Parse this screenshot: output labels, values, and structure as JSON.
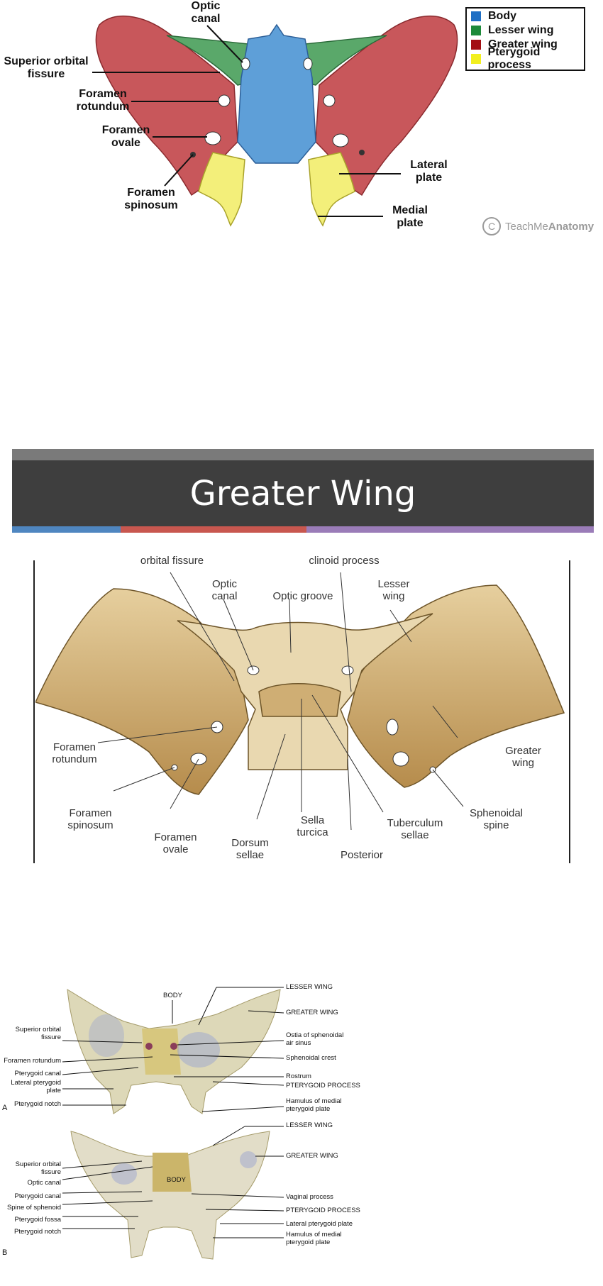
{
  "fig1": {
    "labels": {
      "optic_canal": "Optic\ncanal",
      "superior_orbital_fissure": "Superior orbital\nfissure",
      "foramen_rotundum": "Foramen\nrotundum",
      "foramen_ovale": "Foramen\novale",
      "foramen_spinosum": "Foramen\nspinosum",
      "lateral_plate": "Lateral\nplate",
      "medial_plate": "Medial\nplate"
    },
    "legend": [
      {
        "label": "Body",
        "color": "#1f6fc4"
      },
      {
        "label": "Lesser wing",
        "color": "#1d8a3a"
      },
      {
        "label": "Greater wing",
        "color": "#a30f14"
      },
      {
        "label": "Pterygoid process",
        "color": "#f2ef1f"
      }
    ],
    "watermark_prefix": "TeachMe",
    "watermark_bold": "Anatomy"
  },
  "banner": {
    "title": "Greater Wing",
    "stripe_colors": [
      "#4f86c0",
      "#c8574f",
      "#9a7cb8"
    ]
  },
  "fig2": {
    "labels": {
      "orbital_fissure": "orbital fissure",
      "clinoid_process": "clinoid process",
      "optic_canal": "Optic\ncanal",
      "optic_groove": "Optic groove",
      "lesser_wing": "Lesser\nwing",
      "foramen_rotundum": "Foramen\nrotundum",
      "greater_wing": "Greater\nwing",
      "foramen_spinosum": "Foramen\nspinosum",
      "foramen_ovale": "Foramen\novale",
      "dorsum_sellae": "Dorsum\nsellae",
      "sella_turcica": "Sella\nturcica",
      "tuberculum_sellae": "Tuberculum\nsellae",
      "sphenoidal_spine": "Sphenoidal\nspine",
      "posterior": "Posterior"
    }
  },
  "fig3": {
    "panel_a": {
      "letter": "A",
      "body": "BODY",
      "left": [
        "Superior orbital\nfissure",
        "Foramen rotundum",
        "Pterygoid canal",
        "Lateral pterygoid\nplate",
        "Pterygoid notch"
      ],
      "right": [
        "LESSER WING",
        "GREATER WING",
        "Ostia of sphenoidal\nair sinus",
        "Sphenoidal crest",
        "Rostrum",
        "PTERYGOID PROCESS",
        "Hamulus of medial\npterygoid plate"
      ]
    },
    "panel_b": {
      "letter": "B",
      "body": "BODY",
      "left": [
        "Superior orbital\nfissure",
        "Optic canal",
        "Pterygoid canal",
        "Spine of sphenoid",
        "Pterygoid fossa",
        "Pterygoid notch"
      ],
      "right": [
        "LESSER WING",
        "GREATER WING",
        "Vaginal process",
        "PTERYGOID PROCESS",
        "Lateral pterygoid plate",
        "Hamulus of medial\npterygoid plate"
      ]
    }
  }
}
